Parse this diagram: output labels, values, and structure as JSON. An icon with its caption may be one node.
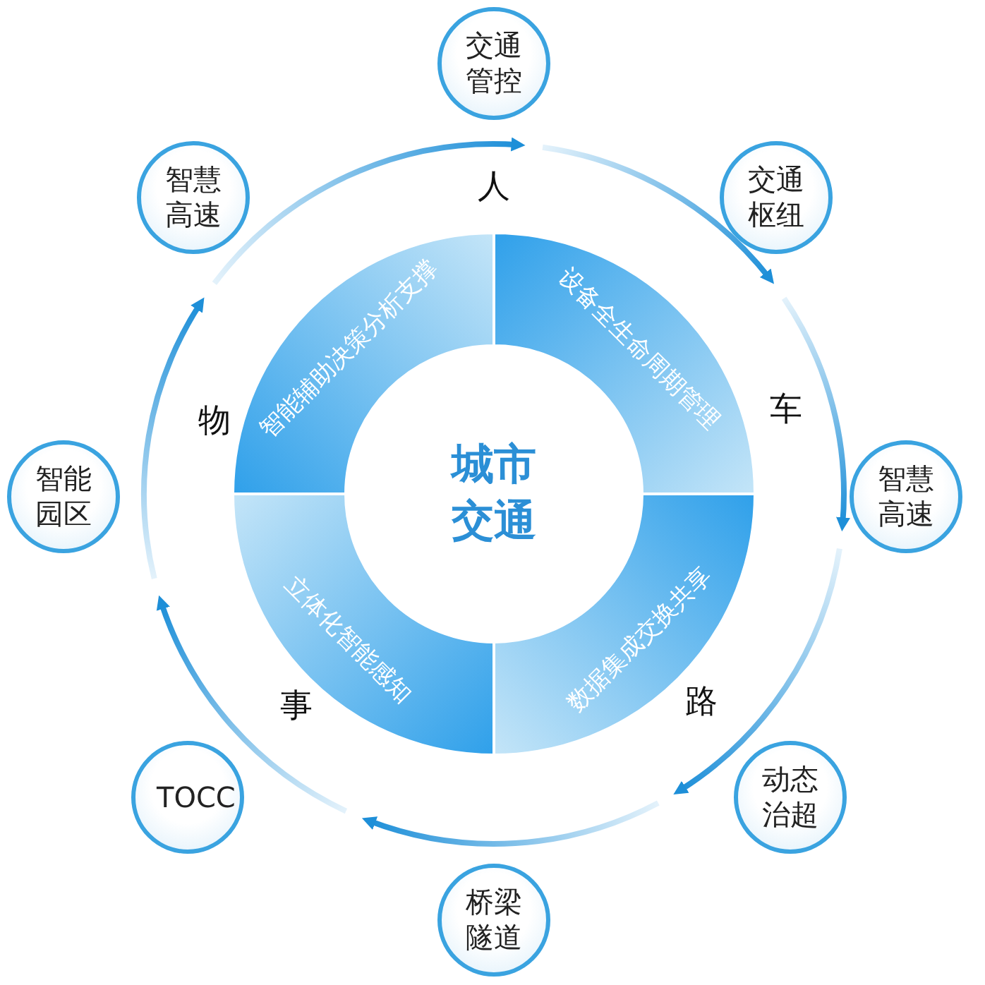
{
  "diagram": {
    "nodes": [
      {
        "text": [
          "城市交通"
        ]
      },
      {
        "text": [
          "设备全生命周期管理"
        ]
      },
      {
        "text": [
          "数据集成交换共享"
        ]
      },
      {
        "text": [
          "立体化智能感知"
        ]
      },
      {
        "text": [
          "智能辅助决策分析支撑"
        ]
      },
      {
        "text": [
          "交通管控"
        ]
      },
      {
        "text": [
          "交通枢纽"
        ]
      },
      {
        "text": [
          "智慧高速"
        ]
      },
      {
        "text": [
          "动态治超"
        ]
      },
      {
        "text": [
          "桥梁隧道"
        ]
      },
      {
        "text": [
          "TOCC"
        ]
      },
      {
        "text": [
          "智能园区"
        ]
      },
      {
        "text": [
          "智慧高速"
        ]
      }
    ],
    "labels": [
      "人",
      "车",
      "路",
      "事",
      "物"
    ]
  }
}
